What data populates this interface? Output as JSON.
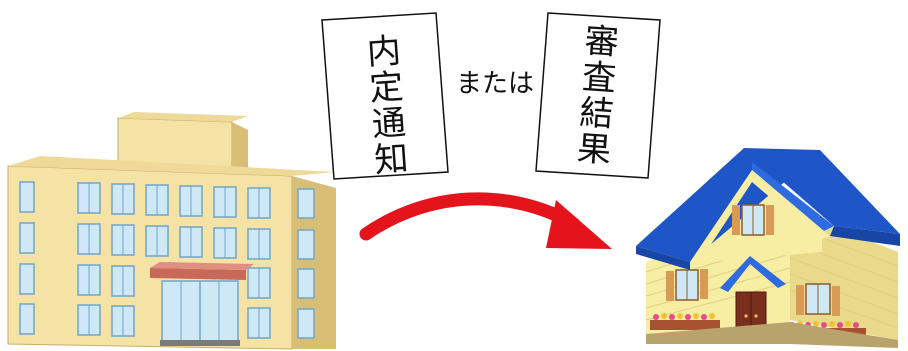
{
  "notice_card": {
    "lines": [
      "内",
      "定",
      "通",
      "知"
    ]
  },
  "connector_text": "または",
  "result_card": {
    "lines": [
      "審",
      "査",
      "結",
      "果"
    ]
  },
  "colors": {
    "building_wall": "#F4E3A4",
    "building_shadow": "#D9BE78",
    "window": "#CFE8F6",
    "window_frame": "#6FA6C8",
    "canopy": "#C9695A",
    "arrow": "#E3141C",
    "house_wall": "#F7EDA3",
    "roof": "#1F56C7",
    "shutter": "#D99A55",
    "door": "#7A2F1E"
  },
  "icons": [
    "office-building-icon",
    "house-icon",
    "arrow-icon"
  ]
}
